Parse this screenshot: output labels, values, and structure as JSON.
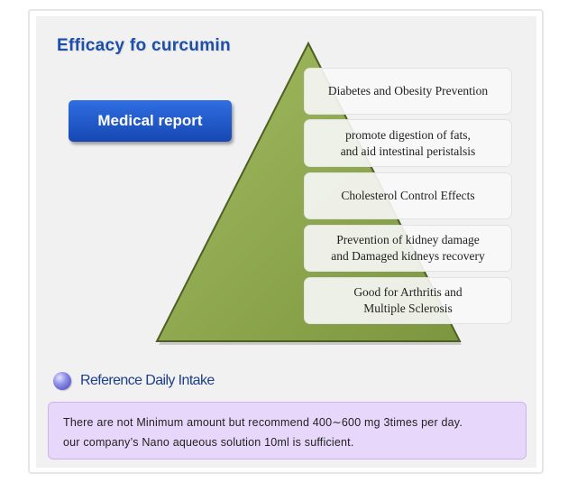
{
  "title": "Efficacy fo curcumin",
  "report_button": "Medical report",
  "levels": [
    {
      "lines": [
        "Diabetes and Obesity Prevention"
      ]
    },
    {
      "lines": [
        "promote digestion of fats,",
        "and aid intestinal peristalsis"
      ]
    },
    {
      "lines": [
        "Cholesterol Control Effects"
      ]
    },
    {
      "lines": [
        "Prevention of kidney damage",
        "and Damaged kidneys recovery"
      ]
    },
    {
      "lines": [
        "Good for Arthritis and",
        "Multiple Sclerosis"
      ]
    }
  ],
  "intake": {
    "title": "Reference Daily Intake",
    "lines": [
      "There are not Minimum amount but recommend 400∼600 mg 3times per day.",
      "our company’s Nano aqueous solution 10ml is sufficient."
    ]
  },
  "colors": {
    "pyramid_fill": "#8da74e",
    "title": "#1d4fa8",
    "button": "#1f57c7",
    "note_bg": "#e7d7fa"
  }
}
